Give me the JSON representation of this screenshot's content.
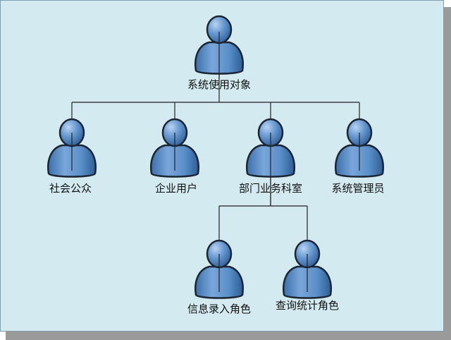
{
  "diagram": {
    "root": "系统使用对象",
    "children": [
      "社会公众",
      "企业用户",
      "部门业务科室",
      "系统管理员"
    ],
    "grandchildren": [
      "信息录入角色",
      "查询统计角色"
    ]
  },
  "colors": {
    "background": "#d3eaf0",
    "icon_fill": "#5b8fc9",
    "icon_dark": "#2d5d94",
    "icon_outline": "#1b2533",
    "connector": "#222222"
  },
  "icon": "person-icon"
}
